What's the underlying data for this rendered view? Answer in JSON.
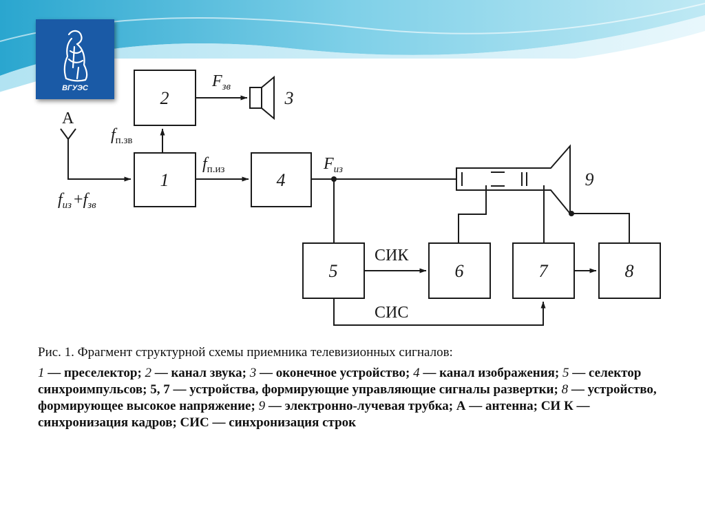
{
  "logo": {
    "text": "ВГУЭС",
    "colors": {
      "background": "#1a5aa6",
      "figure": "#ffffff"
    }
  },
  "diagram": {
    "blocks": {
      "b1": "1",
      "b2": "2",
      "b4": "4",
      "b5": "5",
      "b6": "6",
      "b7": "7",
      "b8": "8"
    },
    "labels": {
      "speaker_num": "3",
      "tube_num": "9",
      "antenna": "А",
      "f_zv_main": "F",
      "f_zv_sub": "зв",
      "f_pzv_main": "f",
      "f_pzv_sub": "п.зв",
      "f_piz_main": "f",
      "f_piz_sub": "п.из",
      "f_iz_main": "F",
      "f_iz_sub": "из",
      "input_f1_main": "f",
      "input_f1_sub": "из",
      "input_plus": "+",
      "input_f2_main": "f",
      "input_f2_sub": "зв",
      "sik": "СИК",
      "sis": "СИС"
    }
  },
  "caption": {
    "title": "Рис. 1. Фрагмент структурной схемы приемника телевизионных сигналов:",
    "legend": [
      {
        "num": "1",
        "text": " — преселектор; "
      },
      {
        "num": "2",
        "text": " — канал звука; "
      },
      {
        "num": "3",
        "text": " — оконечное устройство; "
      },
      {
        "num": "4",
        "text": " — канал изображения; "
      },
      {
        "num": "5",
        "text": " — селектор синхроимпульсов; 5, 7 — устройства, формирующие управляющие сигналы развертки; "
      },
      {
        "num": "8",
        "text": " — устройство, формирующее высокое напряжение; "
      },
      {
        "num": "9",
        "text": " — электронно-лучевая трубка; А — антенна; СИ К — синхронизация кадров; СИС — синхронизация строк"
      }
    ]
  },
  "colors": {
    "line": "#1a1a1a",
    "accent_wave": "#3fb4d8"
  }
}
